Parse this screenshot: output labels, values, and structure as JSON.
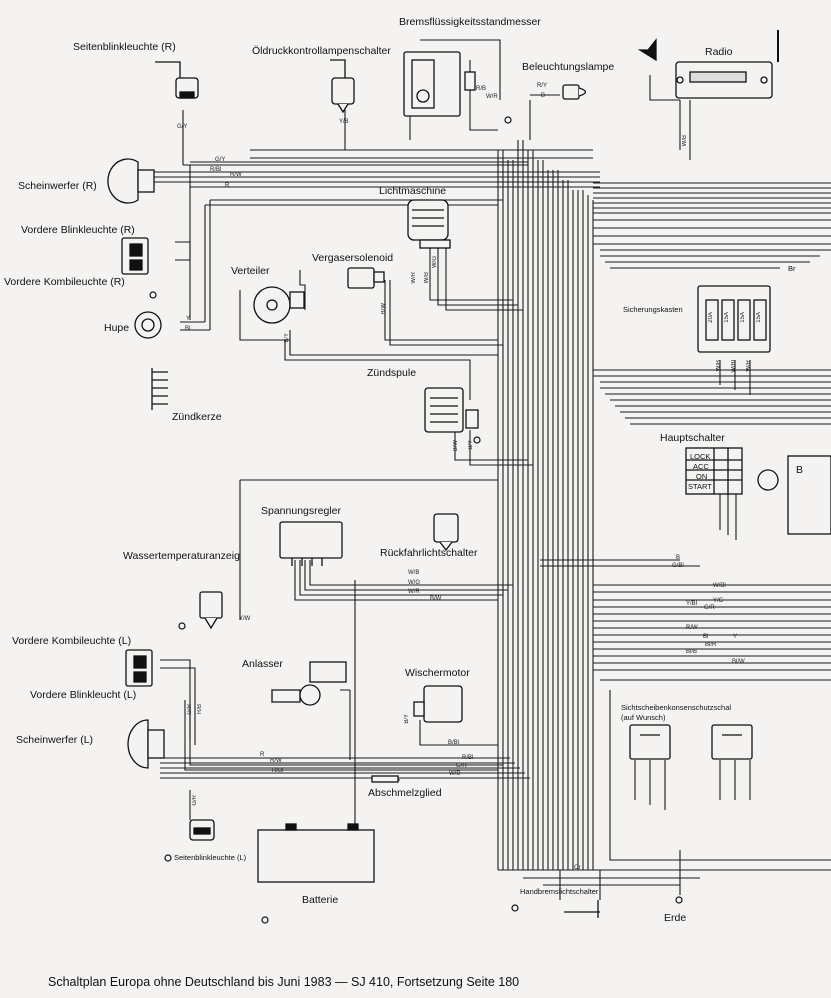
{
  "labels": {
    "seitenblink_r": "Seitenblinkleuchte (R)",
    "oeldruck": "Öldruckkontrollampenschalter",
    "bremsfluessig": "Bremsflüssigkeitsstandmesser",
    "beleuchtung": "Beleuchtungslampe",
    "radio": "Radio",
    "scheinwerfer_r": "Scheinwerfer (R)",
    "lichtmaschine": "Lichtmaschine",
    "vordere_blink_r": "Vordere Blinkleuchte (R)",
    "vordere_kombi_r": "Vordere Kombileuchte (R)",
    "vergaser": "Vergasersolenoid",
    "verteiler": "Verteiler",
    "sicherungskasten": "Sicherungskasten",
    "hupe": "Hupe",
    "zuendspule": "Zündspule",
    "zuendkerze": "Zündkerze",
    "hauptschalter": "Hauptschalter",
    "spannungsregler": "Spannungsregler",
    "rueckfahrlicht": "Rückfahrlichtschalter",
    "wassertemp": "Wassertemperaturanzeig",
    "vordere_kombi_l": "Vordere Kombileuchte (L)",
    "anlasser": "Anlasser",
    "wischermotor": "Wischermotor",
    "vordere_blink_l": "Vordere Blinkleucht (L)",
    "sichtscheiben": "Sichtscheibenkonsenschutzschal",
    "auf_wunsch": "(auf Wunsch)",
    "scheinwerfer_l": "Scheinwerfer (L)",
    "abschmelzglied": "Abschmelzglied",
    "seitenblink_l": "Seitenblinkleuchte (L)",
    "batterie": "Batterie",
    "handbrems": "Handbremslichtschalter",
    "erde": "Erde",
    "br": "Br",
    "b_right": "B"
  },
  "switch_positions": [
    "LOCK",
    "ACC",
    "ON",
    "START"
  ],
  "fuses": [
    "20A",
    "15A",
    "15A",
    "15A"
  ],
  "caption": "Schaltplan Europa ohne Deutschland bis Juni 1983 — SJ 410, Fortsetzung Seite 180",
  "wire_codes": {
    "gy_top": "G/Y",
    "gy_head": "G/Y",
    "rbl_head": "R/Bl",
    "rw_head": "R/W",
    "r_head": "R",
    "y_hupe": "Y",
    "bl_hupe": "Bl",
    "ry_bel": "R/Y",
    "b_bel": "B",
    "rb_brems": "R/B",
    "wr_brems": "W/R",
    "yb_oel": "Y/B",
    "wb_radio": "W/B",
    "wr_lima": "W/R",
    "wb_lima": "W/B",
    "wg_lima": "W/G",
    "bw_verg": "B/W",
    "by_vert": "B/Y",
    "bw_spule": "B/W",
    "by_spule": "B/Y",
    "wb_fuse1": "W/B",
    "wbl_fuse2": "W/Bl",
    "wr_fuse3": "W/R",
    "wb_reg1": "W/B",
    "wg_reg2": "W/G",
    "wr_reg3": "W/R",
    "b_reg4": "B/W",
    "yw_wasser": "Y/W",
    "gr_kombi_l": "G/R",
    "rb_kombi_l": "R/B",
    "gr_schein_l": "G/R",
    "r_schein_l": "R",
    "rw_schein_l": "R/W",
    "rbl_schein_l": "R/Bl",
    "by_wisch": "B/Y",
    "bbl_wisch": "B/Bl",
    "rbl_wisch": "R/Bl",
    "gr_low": "G/R",
    "wbl_low": "W/B",
    "wbl_r1": "W/Bl",
    "yg_r2": "Y/G",
    "ybl_r3": "Y/Bl",
    "gr_r4": "G/R",
    "rw_r5": "R/W",
    "bl_r6": "Bl",
    "y_r7": "Y",
    "blr_r8": "Bl/R",
    "blb_r9": "Bl/B",
    "blw_r10": "Bl/W",
    "b_rueck": "B",
    "gbl_rueck": "G/Bl",
    "or_hand": "Or"
  }
}
